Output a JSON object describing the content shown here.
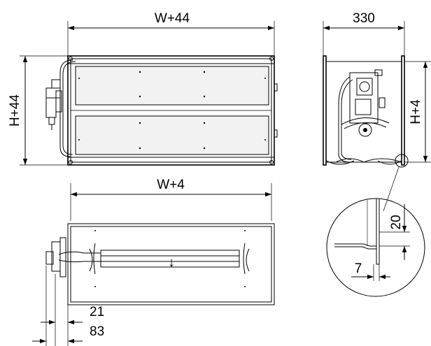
{
  "dimensions": {
    "front_width": "W+44",
    "front_height": "H+44",
    "side_depth": "330",
    "side_height": "H+4",
    "bottom_width": "W+4",
    "bottom_offset_inner": "21",
    "bottom_offset_outer": "83",
    "detail_height": "20",
    "detail_width": "7"
  }
}
